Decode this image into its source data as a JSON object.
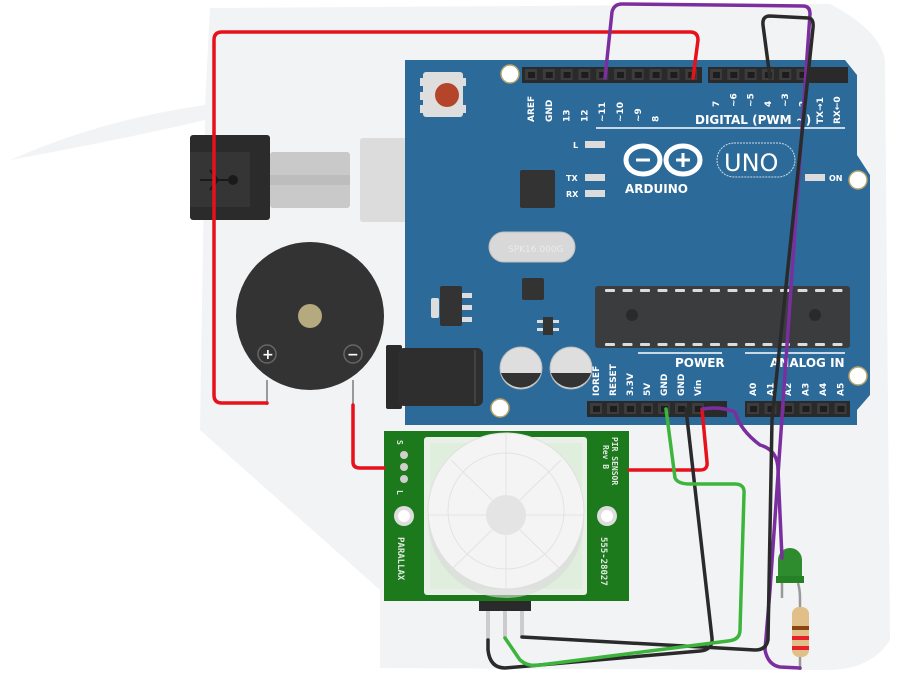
{
  "diagram": {
    "title": "Arduino UNO PIR motion alarm circuit",
    "components": {
      "arduino": {
        "brand": "ARDUINO",
        "model": "UNO",
        "crystal_label": "SPK16.000G",
        "led_labels": {
          "l": "L",
          "tx": "TX",
          "rx": "RX",
          "on": "ON"
        },
        "digital_header_title": "DIGITAL (PWM ~)",
        "digital_pins": [
          "AREF",
          "GND",
          "13",
          "12",
          "~11",
          "~10",
          "~9",
          "8",
          "7",
          "~6",
          "~5",
          "4",
          "~3",
          "2",
          "TX→1",
          "RX←0"
        ],
        "power_header_title": "POWER",
        "power_pins": [
          "IOREF",
          "RESET",
          "3.3V",
          "5V",
          "GND",
          "GND",
          "Vin"
        ],
        "analog_header_title": "ANALOG IN",
        "analog_pins": [
          "A0",
          "A1",
          "A2",
          "A3",
          "A4",
          "A5"
        ]
      },
      "buzzer": {
        "plus_symbol": "+",
        "minus_symbol": "−"
      },
      "pir_sensor": {
        "title_line1": "PIR SENSOR",
        "title_line2": "Rev B",
        "brand": "PARALLAX",
        "part_number": "555-28027",
        "pin_top_label": "S",
        "pin_bottom_label": "L"
      },
      "led": {
        "color": "#2e8b2e"
      },
      "resistor": {
        "bands": [
          "#8b4513",
          "#e8202a",
          "#e8202a"
        ]
      }
    },
    "wire_colors": {
      "red": "#e8101a",
      "purple": "#7b2f9e",
      "black": "#2a2a2a",
      "green": "#3db53d"
    },
    "board_color": "#2c6a9a"
  }
}
